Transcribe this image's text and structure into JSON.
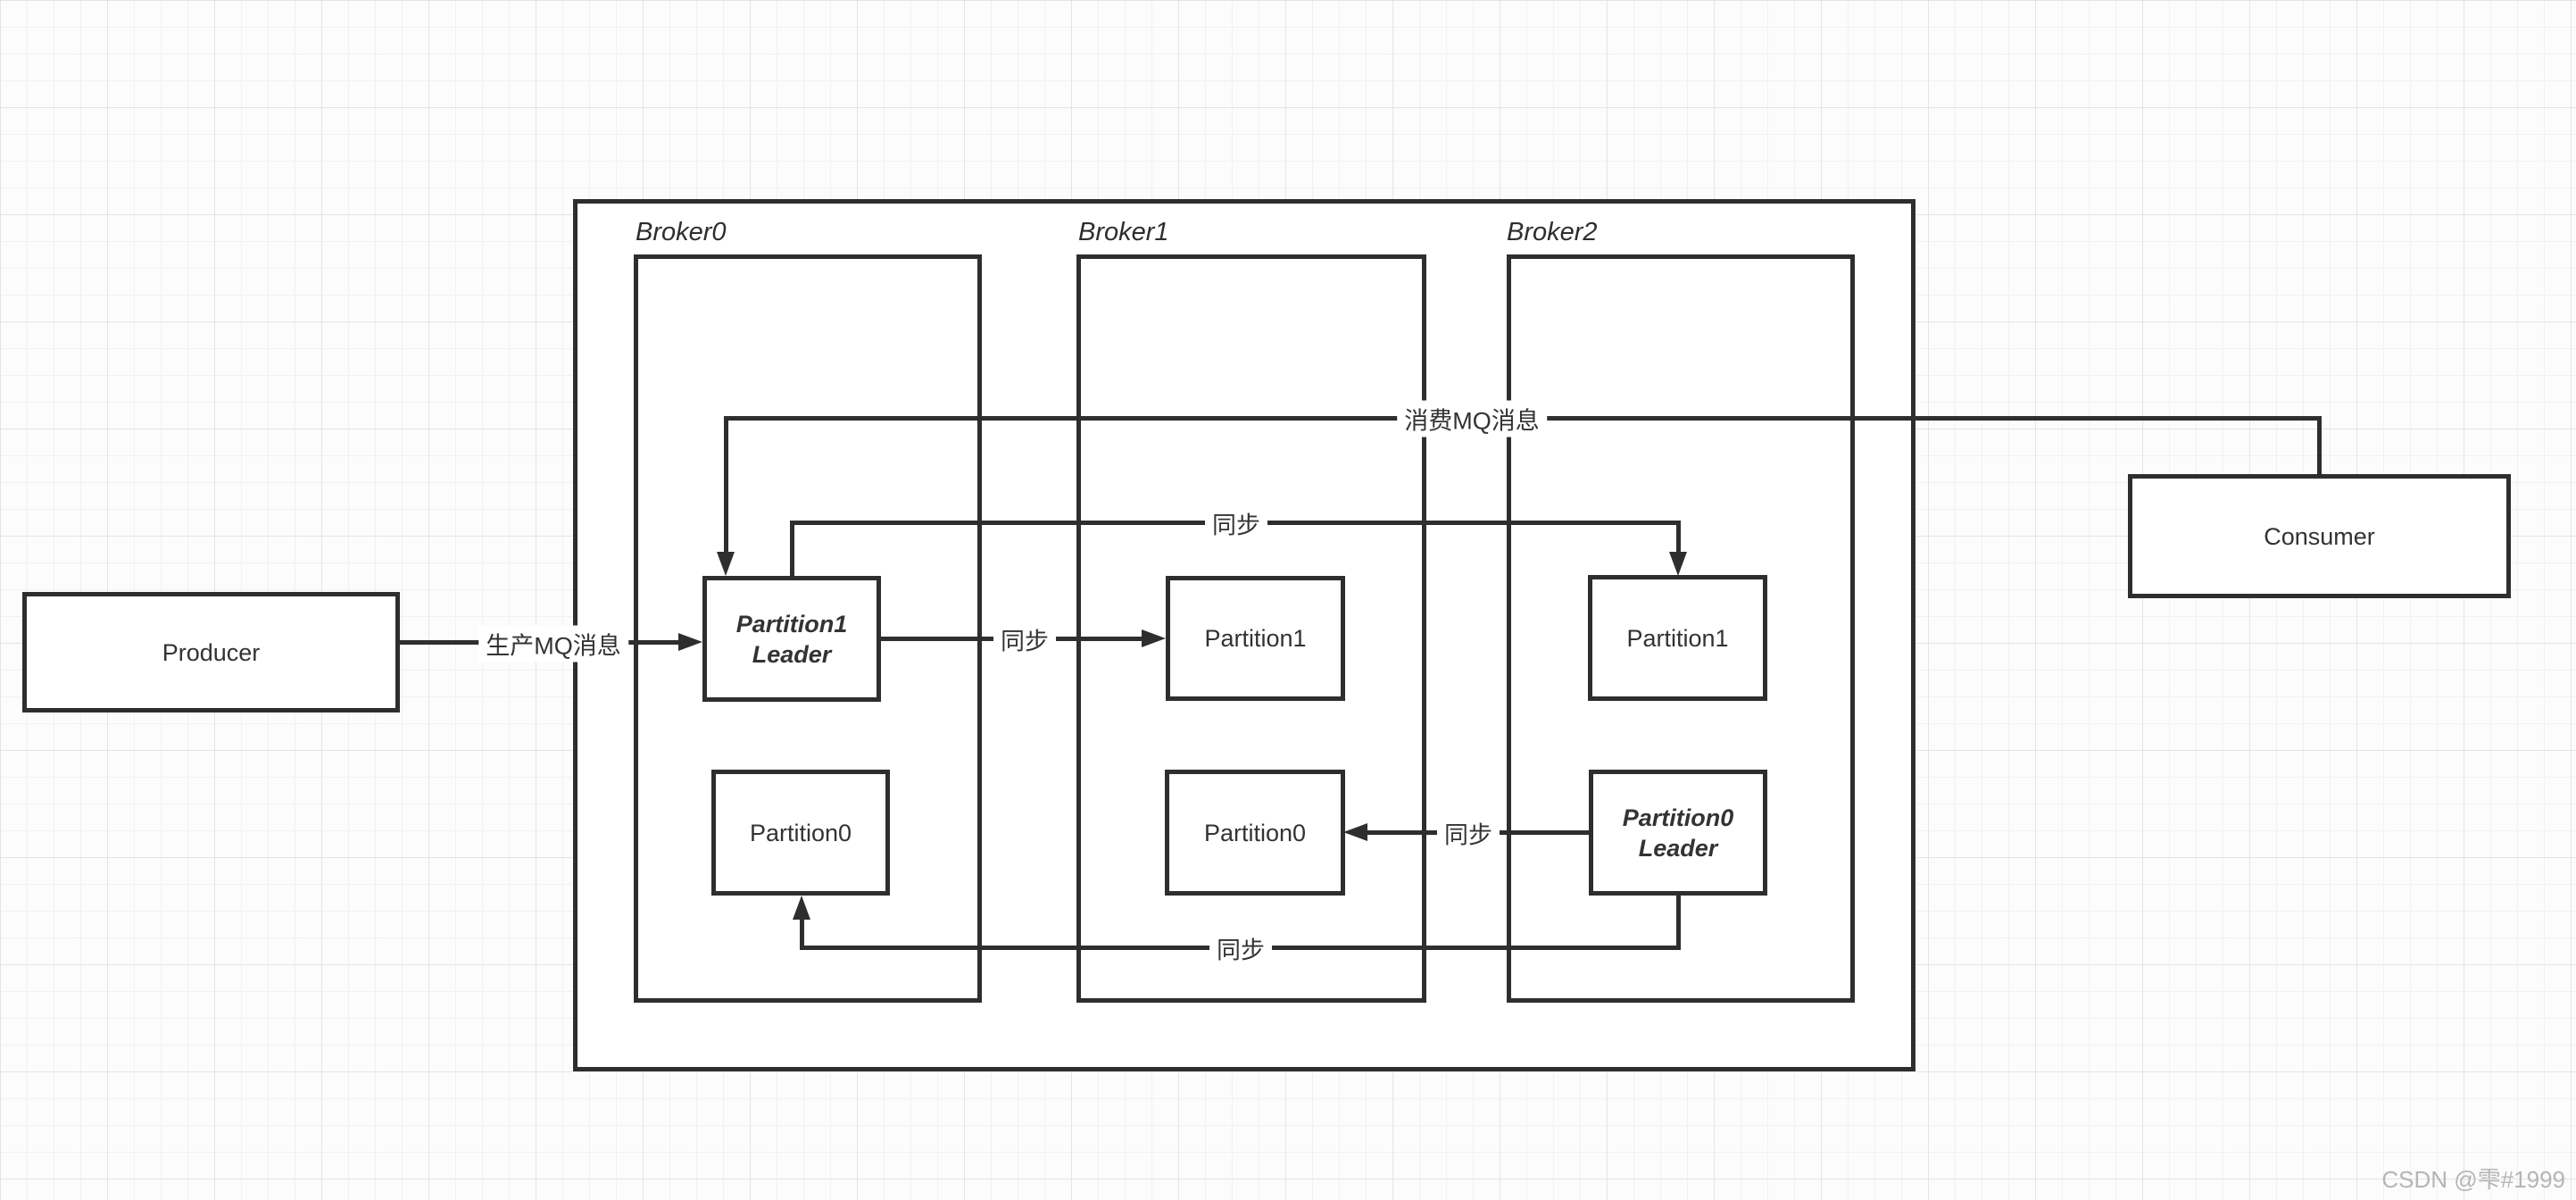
{
  "watermark": {
    "text": "CSDN @雫#1999"
  },
  "nodes": {
    "producer": {
      "label": "Producer"
    },
    "consumer": {
      "label": "Consumer"
    }
  },
  "brokers": [
    {
      "label": "Broker0",
      "partitions": [
        {
          "line1": "Partition1",
          "line2": "Leader",
          "role": "leader"
        },
        {
          "line1": "Partition0",
          "line2": "",
          "role": "follower"
        }
      ]
    },
    {
      "label": "Broker1",
      "partitions": [
        {
          "line1": "Partition1",
          "line2": "",
          "role": "follower"
        },
        {
          "line1": "Partition0",
          "line2": "",
          "role": "follower"
        }
      ]
    },
    {
      "label": "Broker2",
      "partitions": [
        {
          "line1": "Partition1",
          "line2": "",
          "role": "follower"
        },
        {
          "line1": "Partition0",
          "line2": "Leader",
          "role": "leader"
        }
      ]
    }
  ],
  "edges": {
    "produce": {
      "label": "生产MQ消息"
    },
    "consume": {
      "label": "消费MQ消息"
    },
    "sync_p1_to_broker1": {
      "label": "同步"
    },
    "sync_p1_to_broker2": {
      "label": "同步"
    },
    "sync_p0_to_broker1": {
      "label": "同步"
    },
    "sync_p0_to_broker0": {
      "label": "同步"
    }
  },
  "colors": {
    "stroke": "#2e2e2e",
    "grid_minor": "#f1f1f3",
    "grid_major": "#e4e4e7",
    "watermark": "#b5b5b8"
  }
}
